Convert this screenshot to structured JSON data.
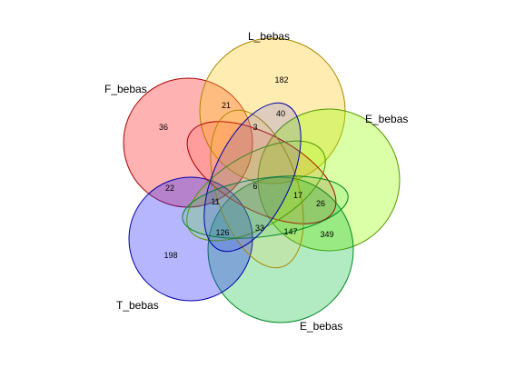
{
  "diagram": {
    "type": "venn",
    "sets": [
      {
        "key": "F",
        "name": "F_bebas",
        "color": "#ff0000"
      },
      {
        "key": "L",
        "name": "L_bebas",
        "color": "#ffcc33"
      },
      {
        "key": "E1",
        "name": "E_bebas",
        "color": "#99ff00"
      },
      {
        "key": "E2",
        "name": "E_bebas",
        "color": "#00bb33"
      },
      {
        "key": "T",
        "name": "T_bebas",
        "color": "#2222ff"
      }
    ],
    "regions": [
      {
        "id": "F_only",
        "value": "36"
      },
      {
        "id": "F_L",
        "value": "21"
      },
      {
        "id": "L_only",
        "value": "182"
      },
      {
        "id": "L_T",
        "value": "40"
      },
      {
        "id": "F_L_T",
        "value": "3"
      },
      {
        "id": "F_T",
        "value": "22"
      },
      {
        "id": "all",
        "value": "6"
      },
      {
        "id": "L_E1_F",
        "value": "17"
      },
      {
        "id": "E1_F",
        "value": "26"
      },
      {
        "id": "F_T_E2",
        "value": "11"
      },
      {
        "id": "T_E2",
        "value": "126"
      },
      {
        "id": "T_E2_L",
        "value": "33"
      },
      {
        "id": "E1_E2_L",
        "value": "147"
      },
      {
        "id": "E1_E2",
        "value": "349"
      },
      {
        "id": "T_only",
        "value": "198"
      }
    ]
  }
}
